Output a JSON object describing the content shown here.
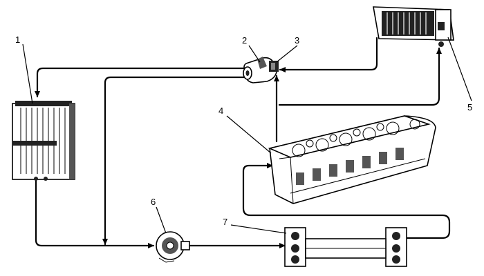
{
  "diagram": {
    "labels": [
      {
        "id": "1",
        "text": "1"
      },
      {
        "id": "2",
        "text": "2"
      },
      {
        "id": "3",
        "text": "3"
      },
      {
        "id": "4",
        "text": "4"
      },
      {
        "id": "5",
        "text": "5"
      },
      {
        "id": "6",
        "text": "6"
      },
      {
        "id": "7",
        "text": "7"
      }
    ],
    "components": [
      {
        "callout": "1",
        "icon": "radiator-icon"
      },
      {
        "callout": "2",
        "icon": "thermostat-housing-icon"
      },
      {
        "callout": "3",
        "icon": "temperature-sensor-icon"
      },
      {
        "callout": "4",
        "icon": "cylinder-head-icon"
      },
      {
        "callout": "5",
        "icon": "heater-core-icon"
      },
      {
        "callout": "6",
        "icon": "water-pump-icon"
      },
      {
        "callout": "7",
        "icon": "oil-cooler-icon"
      }
    ]
  }
}
